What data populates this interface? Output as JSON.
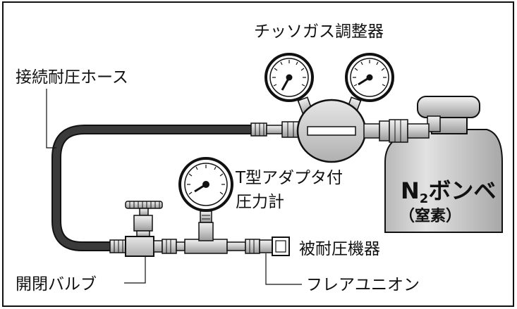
{
  "labels": {
    "regulator": "チッソガス調整器",
    "hose": "接続耐圧ホース",
    "gauge_line1": "T型アダプタ付",
    "gauge_line2": "圧力計",
    "cylinder_line1": "N",
    "cylinder_sub": "2",
    "cylinder_line1_rest": "ボンベ",
    "cylinder_line2": "（窒素）",
    "device": "被耐圧機器",
    "valve": "開閉バルブ",
    "flare": "フレアユニオン"
  },
  "colors": {
    "line": "#111111",
    "hose": "#3a3a3a",
    "metal": "#d4d4d4",
    "cylinder": "#c8c8c8",
    "gauge_face": "#ffffff"
  }
}
